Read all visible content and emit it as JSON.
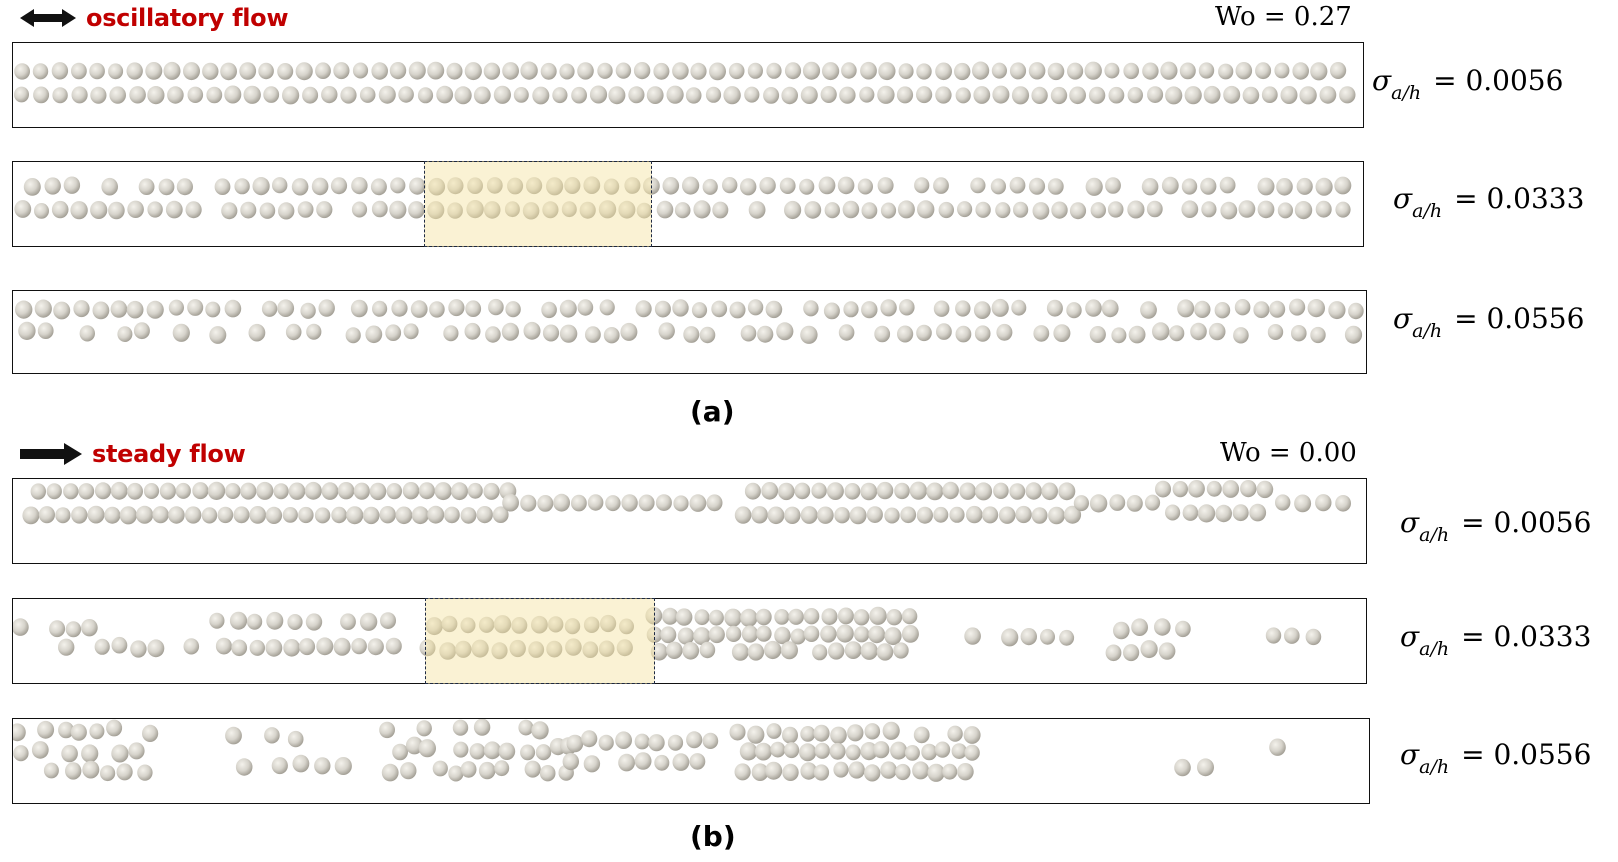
{
  "panel_a": {
    "flow_label": "oscillatory flow",
    "flow_arrow_icon": "double-arrow-icon",
    "wo_label": "Wo = 0.27",
    "caption": "(a)",
    "channels": [
      {
        "sigma_symbol": "σ",
        "sigma_sub": "a/h",
        "sigma_value": "= 0.0056"
      },
      {
        "sigma_symbol": "σ",
        "sigma_sub": "a/h",
        "sigma_value": "= 0.0333"
      },
      {
        "sigma_symbol": "σ",
        "sigma_sub": "a/h",
        "sigma_value": "= 0.0556"
      }
    ]
  },
  "panel_b": {
    "flow_label": "steady flow",
    "flow_arrow_icon": "right-arrow-icon",
    "wo_label": "Wo = 0.00",
    "caption": "(b)",
    "channels": [
      {
        "sigma_symbol": "σ",
        "sigma_sub": "a/h",
        "sigma_value": "= 0.0056"
      },
      {
        "sigma_symbol": "σ",
        "sigma_sub": "a/h",
        "sigma_value": "= 0.0333"
      },
      {
        "sigma_symbol": "σ",
        "sigma_sub": "a/h",
        "sigma_value": "= 0.0556"
      }
    ]
  },
  "colors": {
    "particle_fill": "#d9d6cf",
    "particle_shade": "#a9a59c",
    "flow_label": "#c00000",
    "highlight_fill": "#f4e2a0"
  }
}
